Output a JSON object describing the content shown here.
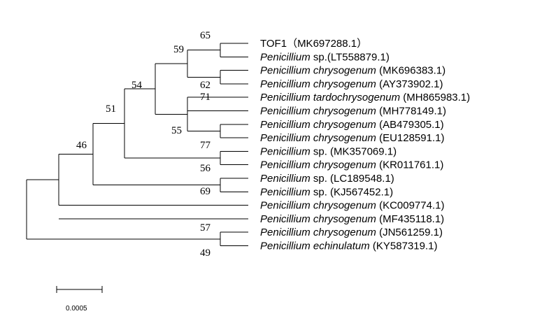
{
  "taxa": [
    {
      "italic": "",
      "plain": "TOF1（MK697288.1）"
    },
    {
      "italic": "Penicillium",
      "plain": " sp.(LT558879.1)"
    },
    {
      "italic": "Penicillium chrysogenum",
      "plain": " (MK696383.1)"
    },
    {
      "italic": "Penicillium chrysogenum",
      "plain": " (AY373902.1)"
    },
    {
      "italic": "Penicillium tardochrysogenum",
      "plain": " (MH865983.1)"
    },
    {
      "italic": "Penicillium chrysogenum",
      "plain": " (MH778149.1)"
    },
    {
      "italic": "Penicillium chrysogenum",
      "plain": " (AB479305.1)"
    },
    {
      "italic": "Penicillium chrysogenum",
      "plain": " (EU128591.1)"
    },
    {
      "italic": "Penicillium",
      "plain": " sp. (MK357069.1)"
    },
    {
      "italic": "Penicillium chrysogenum",
      "plain": " (KR011761.1)"
    },
    {
      "italic": "Penicillium",
      "plain": " sp. (LC189548.1)"
    },
    {
      "italic": "Penicillium",
      "plain": " sp. (KJ567452.1)"
    },
    {
      "italic": "Penicillium chrysogenum",
      "plain": " (KC009774.1)"
    },
    {
      "italic": "Penicillium chrysogenum",
      "plain": " (MF435118.1)"
    },
    {
      "italic": "Penicillium chrysogenum",
      "plain": " (JN561259.1)"
    },
    {
      "italic": "Penicillium echinulatum",
      "plain": " (KY587319.1)"
    }
  ],
  "bootstrap_values": [
    "65",
    "59",
    "62",
    "54",
    "71",
    "55",
    "77",
    "51",
    "56",
    "46",
    "69",
    "57",
    "49"
  ],
  "scale_bar": {
    "label": "0.0005"
  }
}
